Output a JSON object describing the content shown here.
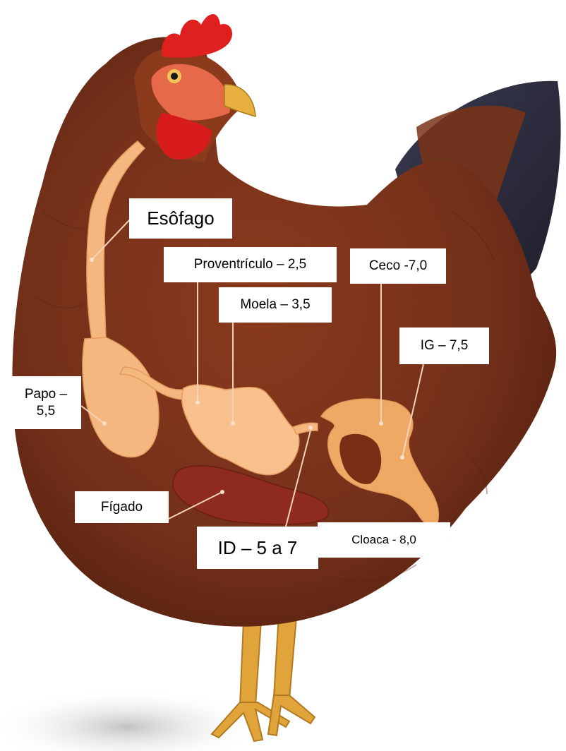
{
  "colors": {
    "plumage": "#7a2e16",
    "plumage_dark": "#5c2010",
    "tail_dark": "#2b2b3d",
    "comb": "#e01f1f",
    "digestive_tract": "#f5b780",
    "digestive_tract_dark": "#e8944f",
    "liver": "#8e2a1e",
    "legs": "#e0a43a",
    "label_bg": "#ffffff"
  },
  "labels": {
    "esofago": "Esôfago",
    "proventriculo": "Proventrículo – 2,5",
    "moela": "Moela – 3,5",
    "ceco": "Ceco -7,0",
    "ig": "IG – 7,5",
    "papo": "Papo –\n5,5",
    "figado": "Fígado",
    "id": "ID – 5 a 7",
    "cloaca": "Cloaca  - 8,0"
  }
}
